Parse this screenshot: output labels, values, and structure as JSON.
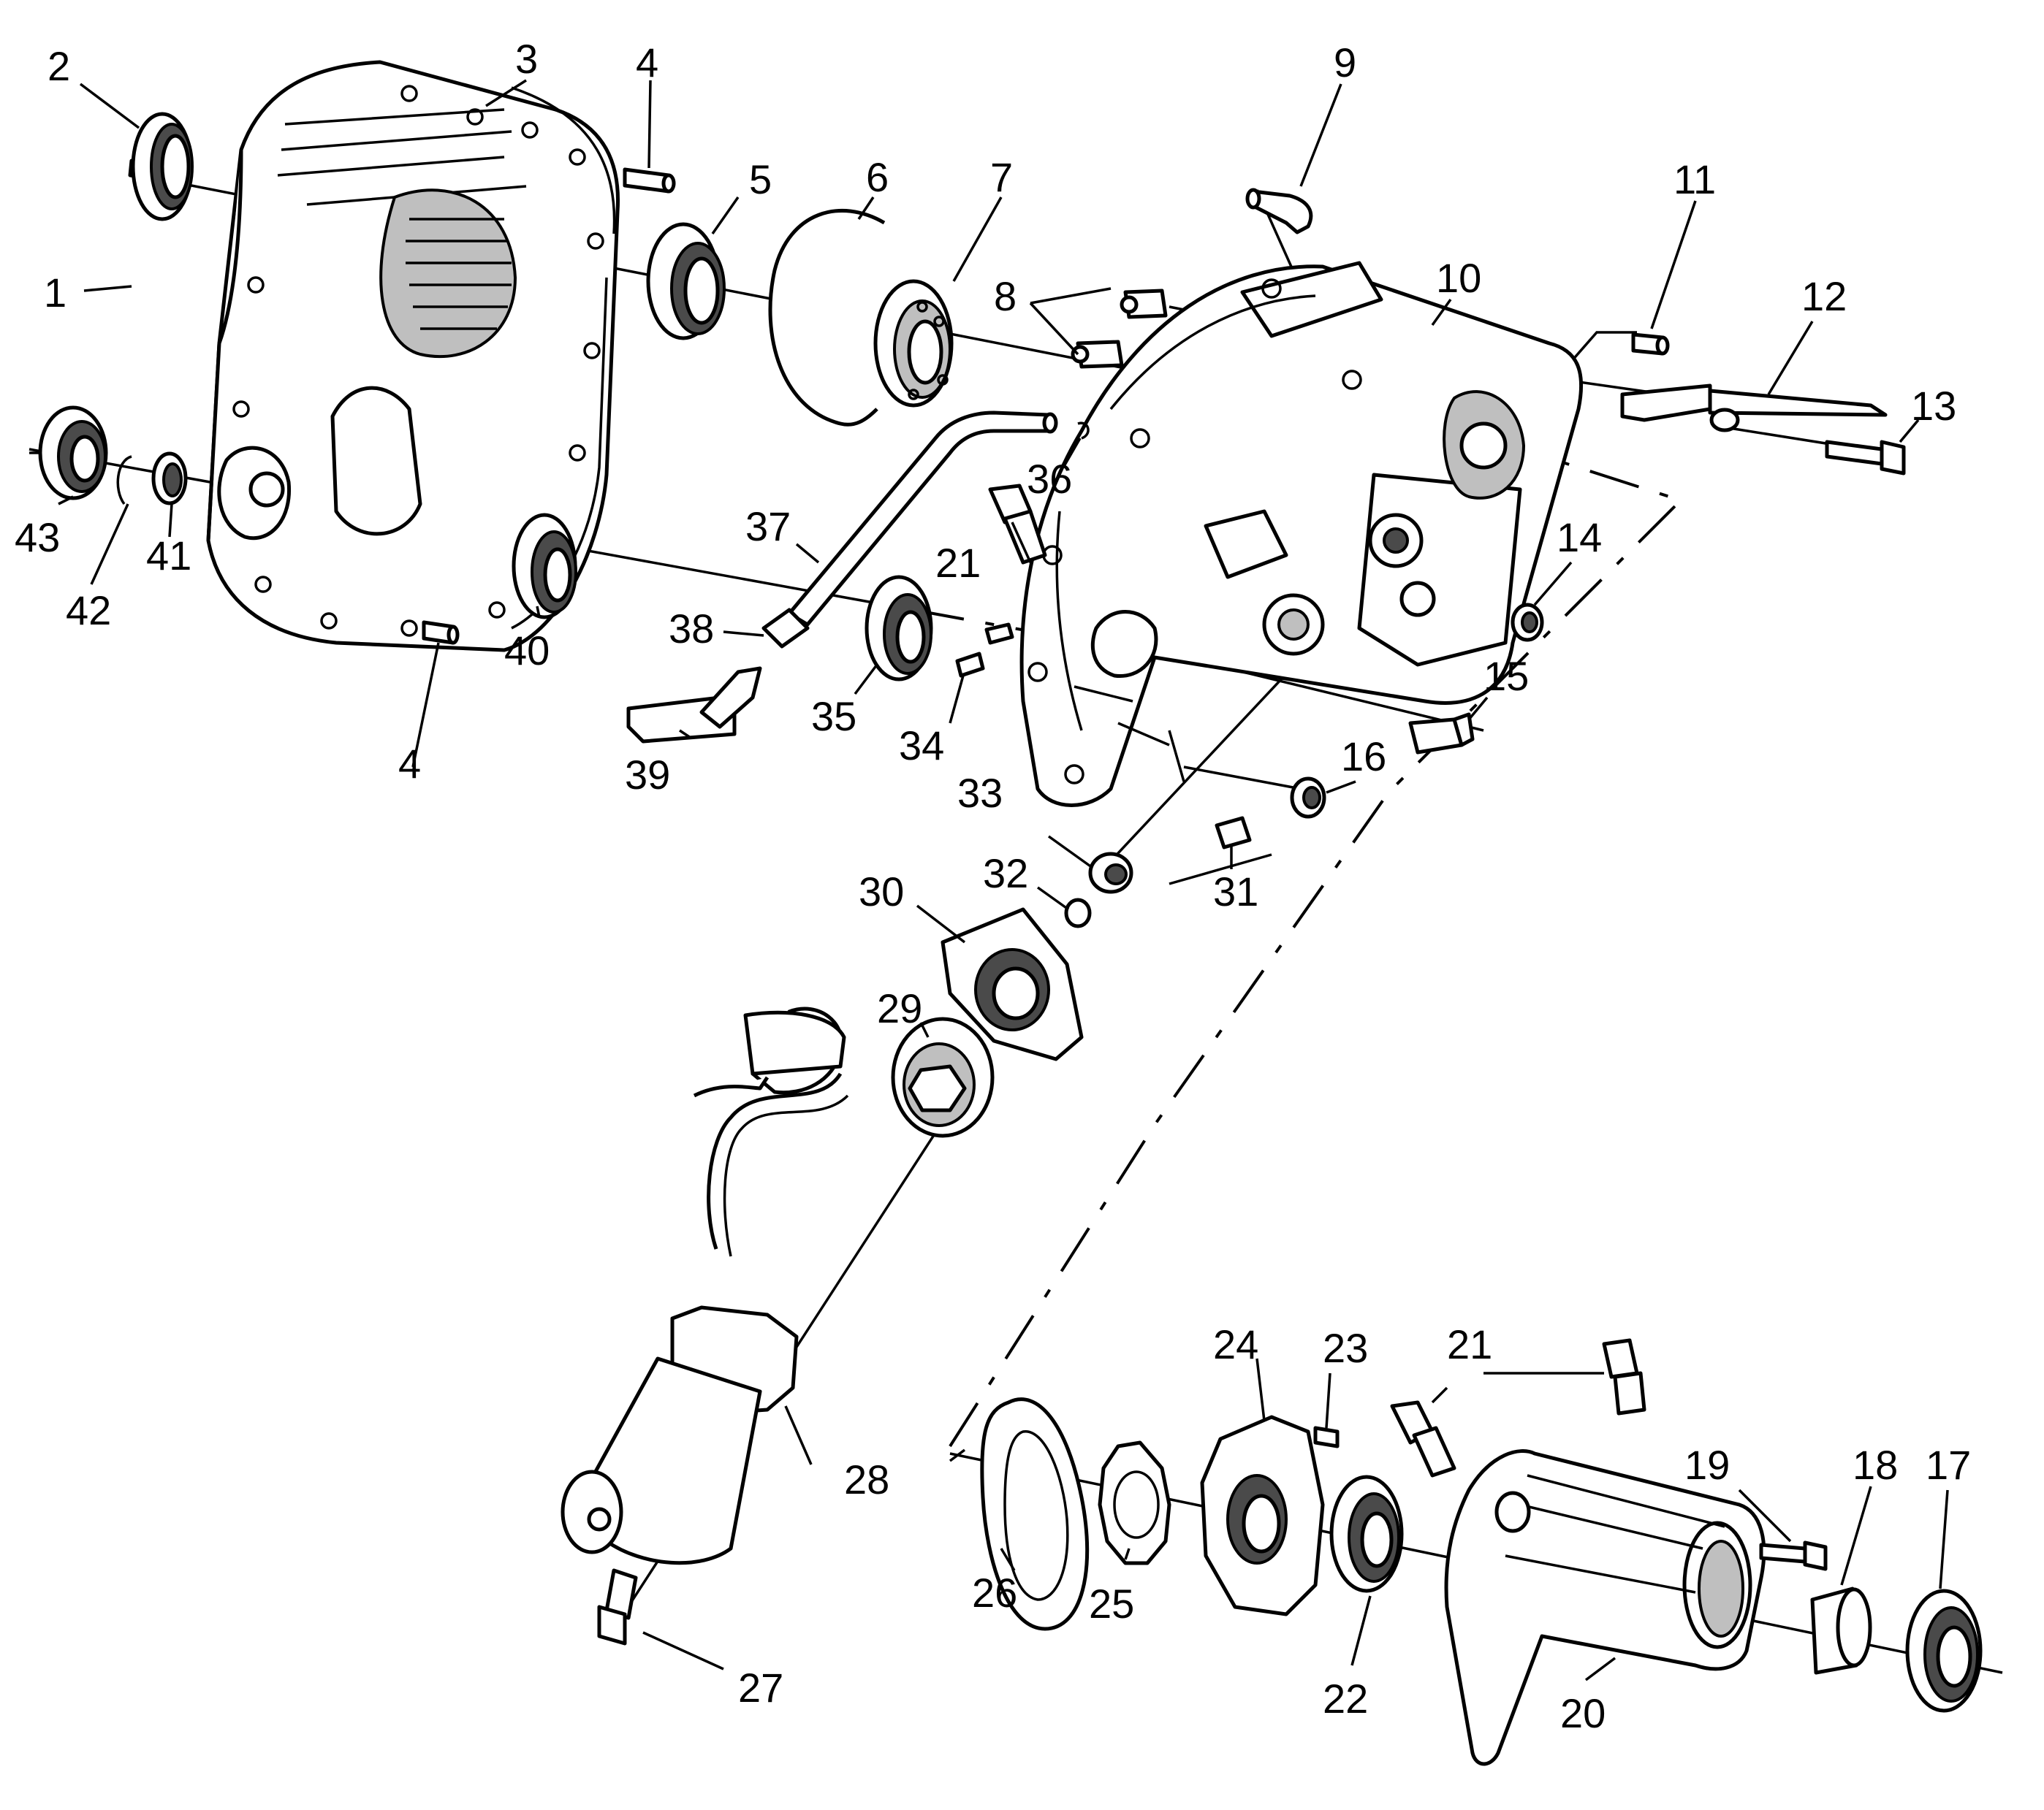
{
  "callouts": [
    {
      "id": "c1",
      "text": "1"
    },
    {
      "id": "c2",
      "text": "2"
    },
    {
      "id": "c3",
      "text": "3"
    },
    {
      "id": "c4a",
      "text": "4"
    },
    {
      "id": "c4b",
      "text": "4"
    },
    {
      "id": "c5",
      "text": "5"
    },
    {
      "id": "c6",
      "text": "6"
    },
    {
      "id": "c7",
      "text": "7"
    },
    {
      "id": "c8",
      "text": "8"
    },
    {
      "id": "c9",
      "text": "9"
    },
    {
      "id": "c10",
      "text": "10"
    },
    {
      "id": "c11",
      "text": "11"
    },
    {
      "id": "c12",
      "text": "12"
    },
    {
      "id": "c13",
      "text": "13"
    },
    {
      "id": "c14",
      "text": "14"
    },
    {
      "id": "c15",
      "text": "15"
    },
    {
      "id": "c16",
      "text": "16"
    },
    {
      "id": "c17",
      "text": "17"
    },
    {
      "id": "c18",
      "text": "18"
    },
    {
      "id": "c19",
      "text": "19"
    },
    {
      "id": "c20",
      "text": "20"
    },
    {
      "id": "c21a",
      "text": "21"
    },
    {
      "id": "c21b",
      "text": "21"
    },
    {
      "id": "c22",
      "text": "22"
    },
    {
      "id": "c23",
      "text": "23"
    },
    {
      "id": "c24",
      "text": "24"
    },
    {
      "id": "c25",
      "text": "25"
    },
    {
      "id": "c26",
      "text": "26"
    },
    {
      "id": "c27",
      "text": "27"
    },
    {
      "id": "c28",
      "text": "28"
    },
    {
      "id": "c29",
      "text": "29"
    },
    {
      "id": "c30",
      "text": "30"
    },
    {
      "id": "c31",
      "text": "31"
    },
    {
      "id": "c32",
      "text": "32"
    },
    {
      "id": "c33",
      "text": "33"
    },
    {
      "id": "c34",
      "text": "34"
    },
    {
      "id": "c35",
      "text": "35"
    },
    {
      "id": "c36",
      "text": "36"
    },
    {
      "id": "c37",
      "text": "37"
    },
    {
      "id": "c38",
      "text": "38"
    },
    {
      "id": "c39",
      "text": "39"
    },
    {
      "id": "c40",
      "text": "40"
    },
    {
      "id": "c41",
      "text": "41"
    },
    {
      "id": "c42",
      "text": "42"
    },
    {
      "id": "c43",
      "text": "43"
    }
  ]
}
